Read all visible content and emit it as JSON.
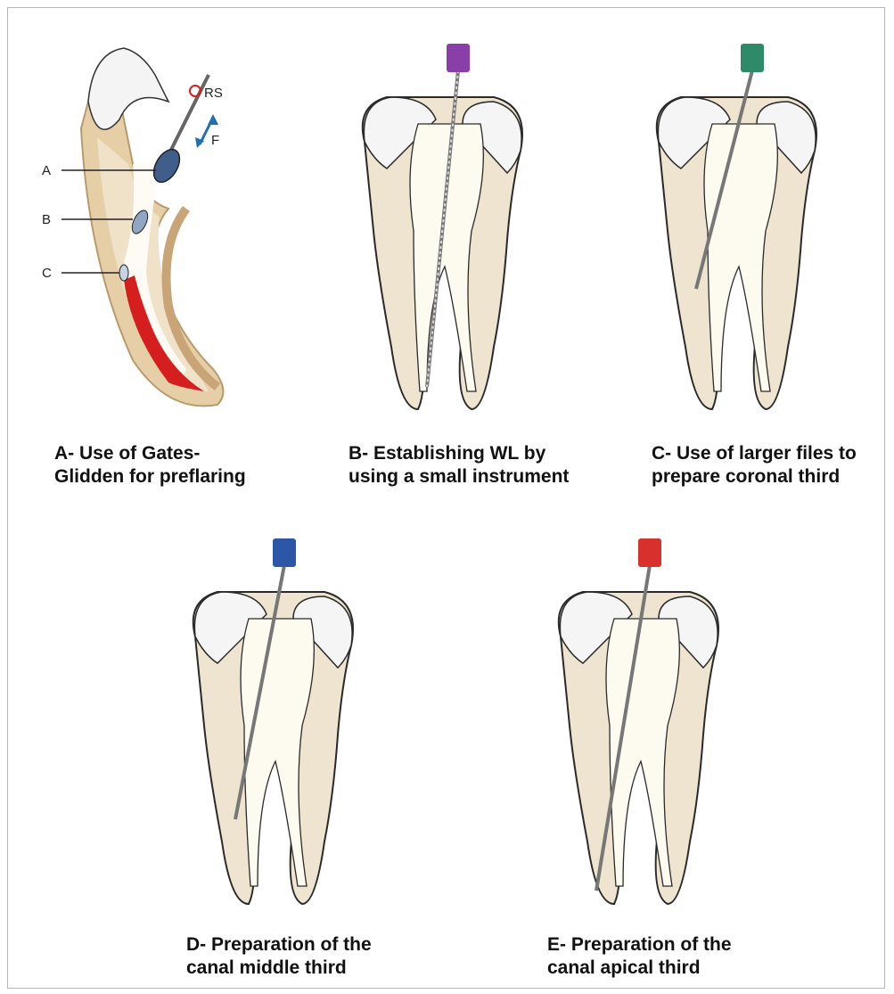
{
  "panels": [
    {
      "id": "A",
      "line1": "A- Use of Gates-",
      "line2": "Glidden for preflaring",
      "handle_color": "#3f5f8a"
    },
    {
      "id": "B",
      "line1": "B- Establishing WL by",
      "line2": "using a small instrument",
      "handle_color": "#8a3fa8"
    },
    {
      "id": "C",
      "line1": "C- Use of larger files to",
      "line2": "prepare coronal third",
      "handle_color": "#2f8a6a"
    },
    {
      "id": "D",
      "line1": "D- Preparation of the",
      "line2": "canal middle third",
      "handle_color": "#2c57a6"
    },
    {
      "id": "E",
      "line1": "E- Preparation of the",
      "line2": "canal apical third",
      "handle_color": "#d8302c"
    }
  ],
  "gates_labels": {
    "a": "A",
    "b": "B",
    "c": "C",
    "rs": "RS",
    "f": "F"
  },
  "colors": {
    "dentin": "#efe4cf",
    "pulp": "#fdfbf0",
    "enamel": "#f5f5f5",
    "cementum": "#e2c9a3",
    "outline": "#2a2a2a",
    "file": "#8a8a8a",
    "red_canal": "#d51f1f",
    "arrow": "#1f6fb5"
  }
}
